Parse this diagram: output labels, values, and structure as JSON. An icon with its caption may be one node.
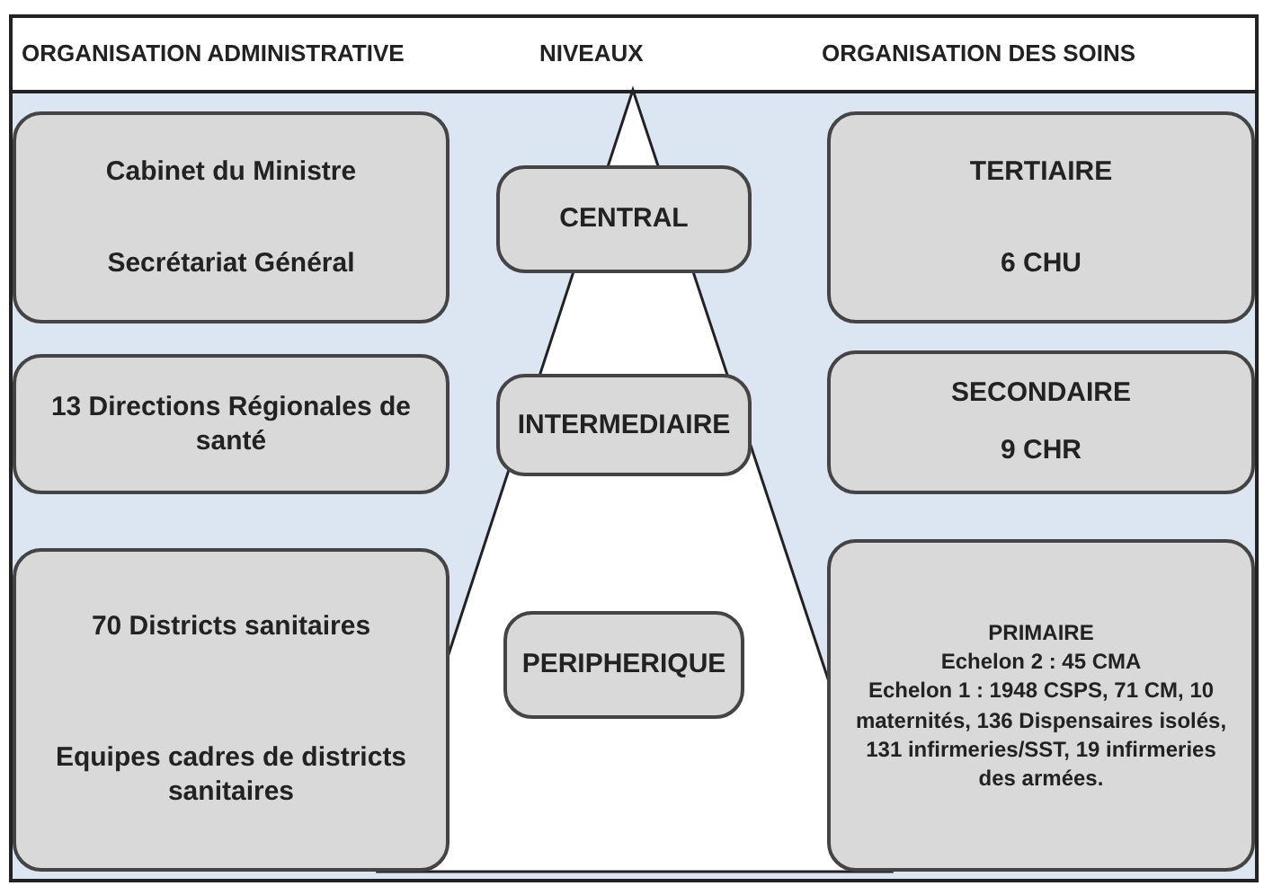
{
  "diagram": {
    "nodes": [
      {
        "text": [
          "Cabinet du Ministre",
          "Secrétariat Général"
        ]
      },
      {
        "text": [
          "CENTRAL"
        ]
      },
      {
        "text": [
          "TERTIAIRE",
          "6 CHU"
        ]
      },
      {
        "text": [
          "13 Directions Régionales de santé"
        ]
      },
      {
        "text": [
          "INTERMEDIAIRE"
        ]
      },
      {
        "text": [
          "SECONDAIRE",
          "9 CHR"
        ]
      },
      {
        "text": [
          "70 Districts sanitaires",
          "Equipes cadres de districts sanitaires"
        ]
      },
      {
        "text": [
          "PERIPHERIQUE"
        ]
      },
      {
        "text": [
          "PRIMAIRE",
          "Echelon 2 : 45 CMA",
          "Echelon 1 : 1948 CSPS, 71 CM, 10 maternités, 136 Dispensaires isolés, 131 infirmeries/SST, 19 infirmeries des armées."
        ]
      }
    ],
    "labels": [
      "ORGANISATION ADMINISTRATIVE",
      "NIVEAUX",
      "ORGANISATION DES SOINS"
    ]
  }
}
